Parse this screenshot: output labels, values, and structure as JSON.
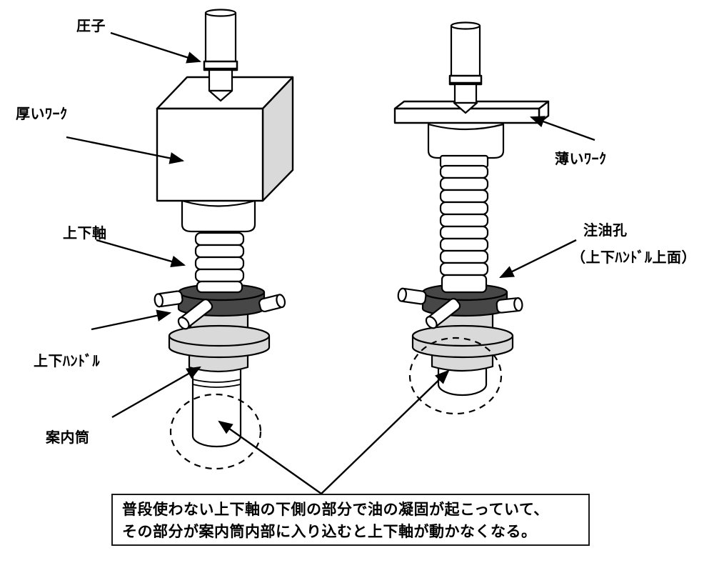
{
  "diagram": {
    "title_context": "hardness-tester elevating shaft diagram",
    "colors": {
      "background": "#ffffff",
      "line": "#000000",
      "hub_dark": "#474747",
      "part_light": "#d9d9d9"
    },
    "labels": {
      "indenter": "圧子",
      "thick_work": "厚いﾜｰｸ",
      "vertical_shaft": "上下軸",
      "vertical_handle": "上下ﾊﾝﾄﾞﾙ",
      "guide_cylinder": "案内筒",
      "thin_work": "薄いﾜｰｸ",
      "oil_hole": "注油孔",
      "oil_hole_sub": "（上下ﾊﾝﾄﾞﾙ上面）"
    },
    "caption": {
      "line1": "普段使わない上下軸の下側の部分で油の凝固が起こっていて、",
      "line2": "その部分が案内筒内部に入り込むと上下軸が動かなくなる。"
    }
  }
}
